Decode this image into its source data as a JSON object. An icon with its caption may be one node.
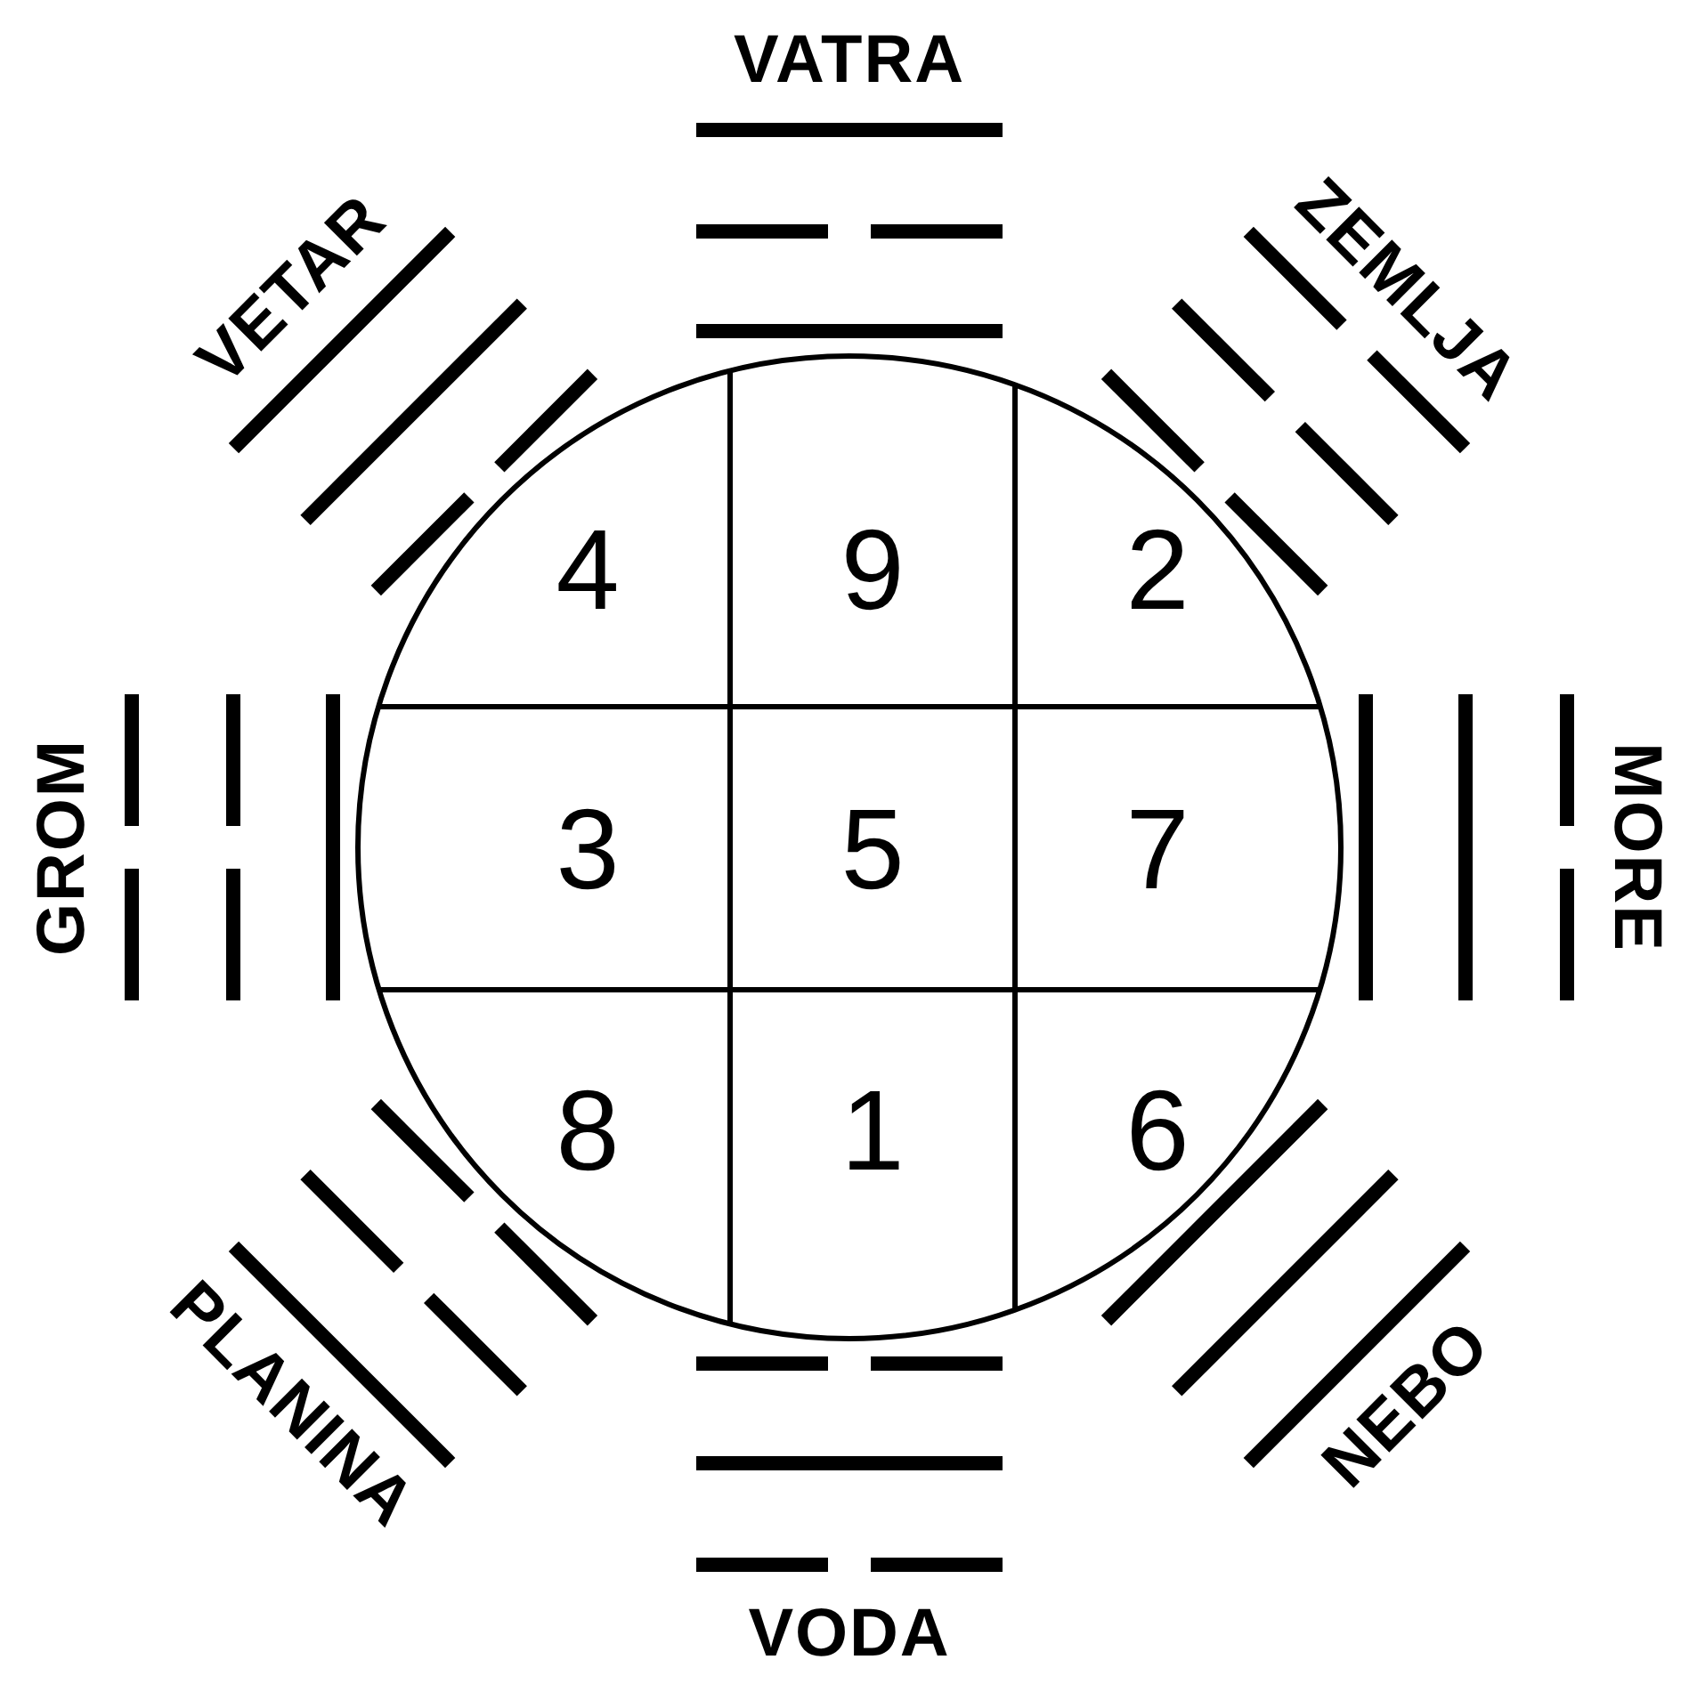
{
  "diagram": {
    "labels": [
      "VATRA",
      "ZEMLJA",
      "MORE",
      "NEBO",
      "VODA",
      "PLANINA",
      "GROM",
      "VETAR",
      "4",
      "9",
      "2",
      "3",
      "5",
      "7",
      "8",
      "1",
      "6"
    ]
  }
}
